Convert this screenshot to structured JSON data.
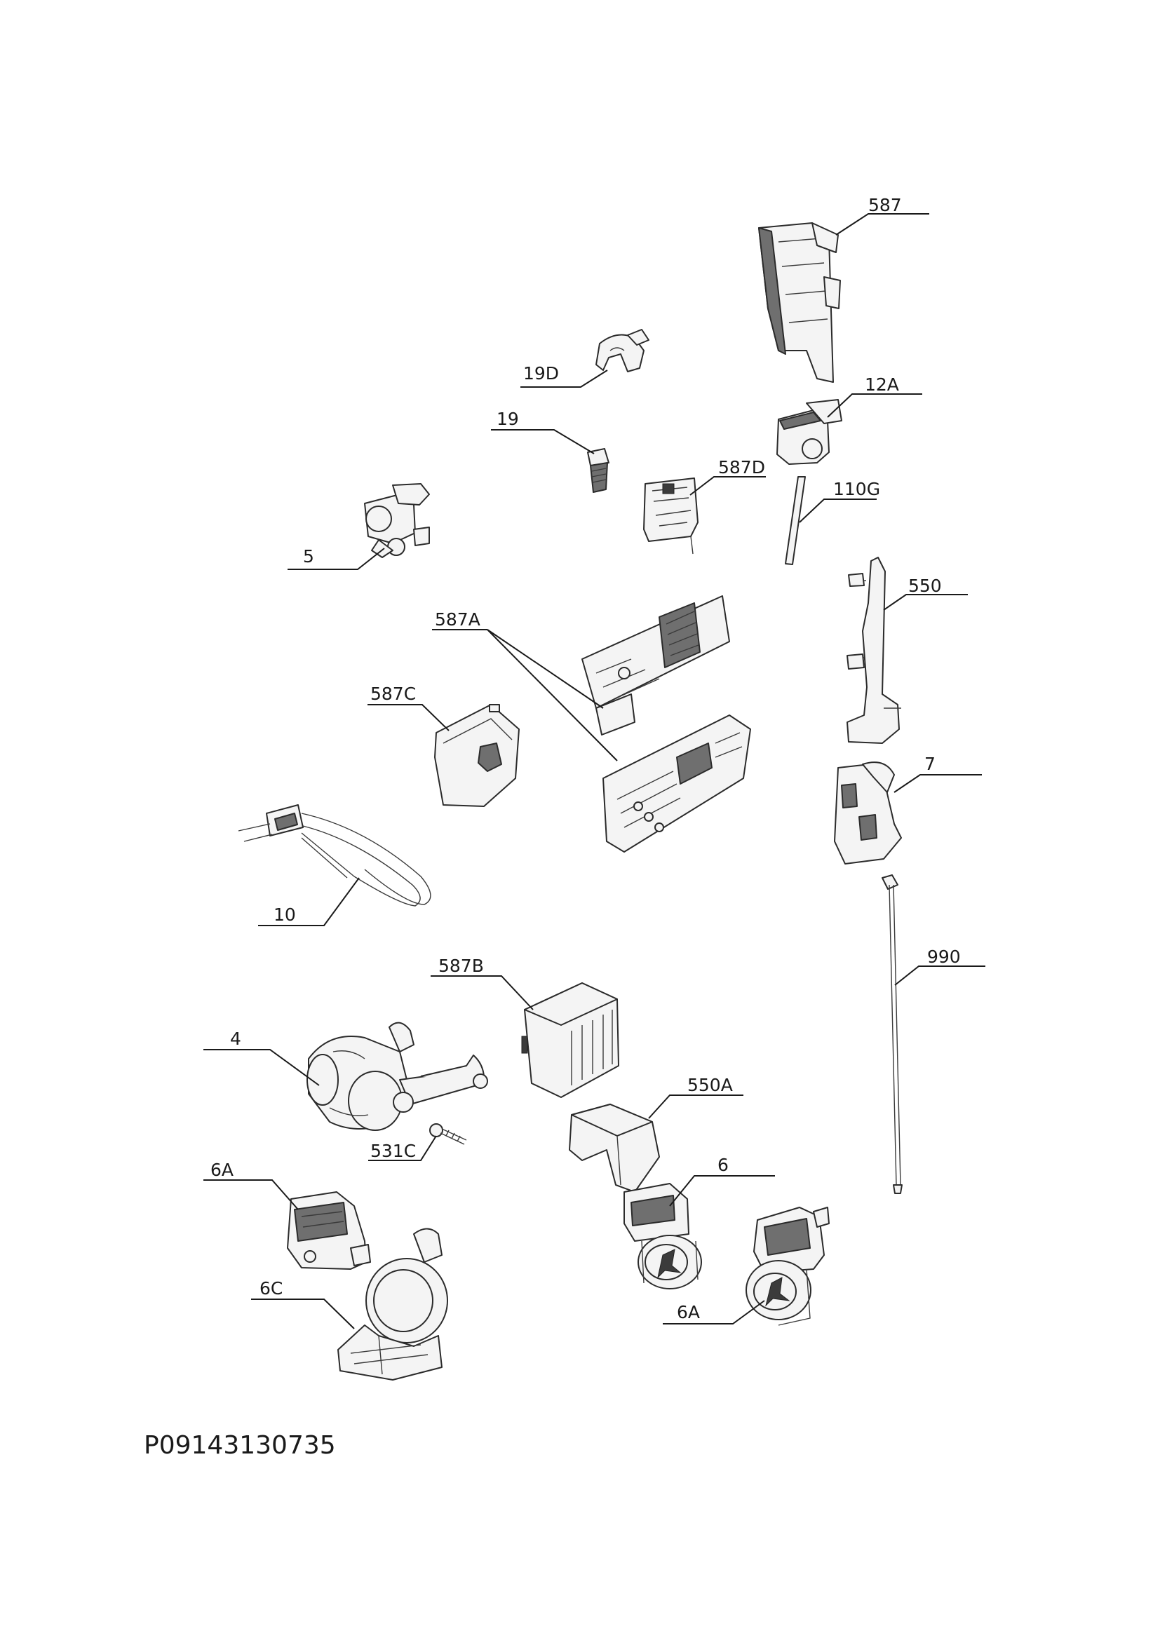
{
  "diagram": {
    "reference_code": "P09143130735",
    "parts": [
      {
        "id": "587",
        "label": "587"
      },
      {
        "id": "19D",
        "label": "19D"
      },
      {
        "id": "12A",
        "label": "12A"
      },
      {
        "id": "19",
        "label": "19"
      },
      {
        "id": "587D",
        "label": "587D"
      },
      {
        "id": "110G",
        "label": "110G"
      },
      {
        "id": "5",
        "label": "5"
      },
      {
        "id": "550",
        "label": "550"
      },
      {
        "id": "587A",
        "label": "587A"
      },
      {
        "id": "587C",
        "label": "587C"
      },
      {
        "id": "7",
        "label": "7"
      },
      {
        "id": "10",
        "label": "10"
      },
      {
        "id": "990",
        "label": "990"
      },
      {
        "id": "587B",
        "label": "587B"
      },
      {
        "id": "4",
        "label": "4"
      },
      {
        "id": "550A",
        "label": "550A"
      },
      {
        "id": "531C",
        "label": "531C"
      },
      {
        "id": "6",
        "label": "6"
      },
      {
        "id": "6A_left",
        "label": "6A"
      },
      {
        "id": "6C",
        "label": "6C"
      },
      {
        "id": "6A_right",
        "label": "6A"
      }
    ]
  }
}
